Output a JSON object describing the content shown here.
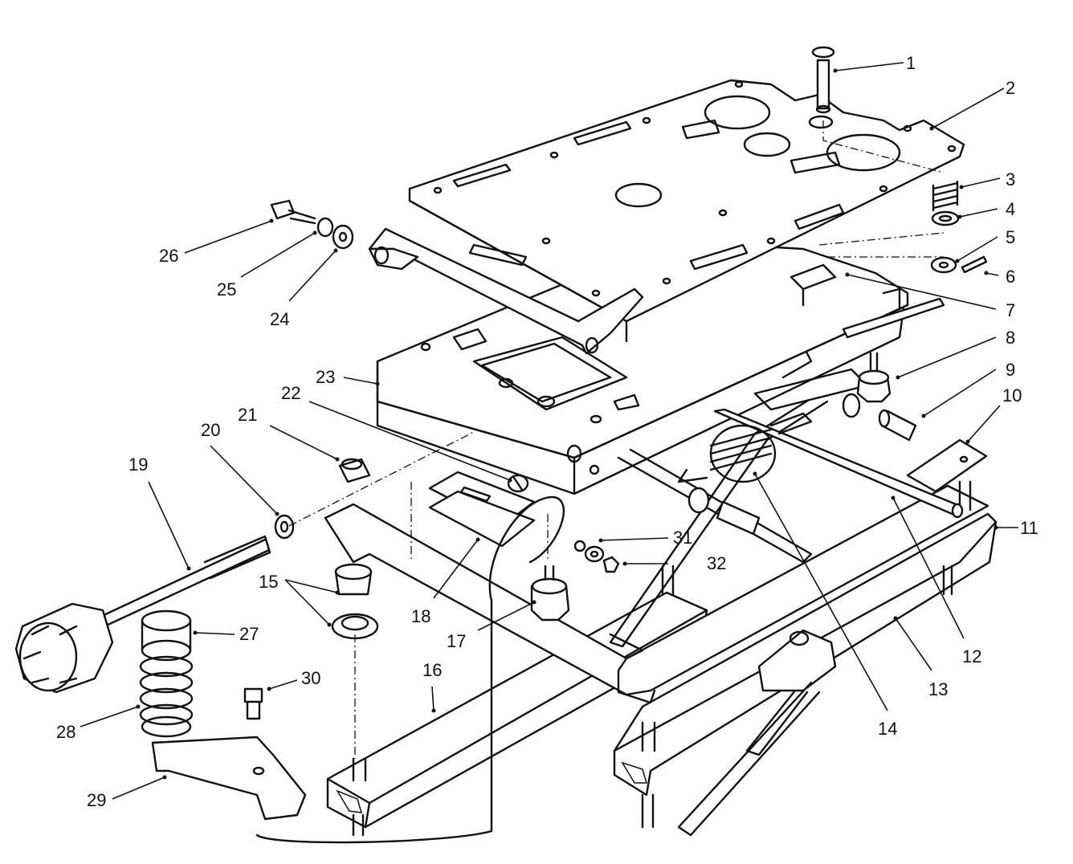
{
  "callouts": {
    "c1": "1",
    "c2": "2",
    "c3": "3",
    "c4": "4",
    "c5": "5",
    "c6": "6",
    "c7": "7",
    "c8": "8",
    "c9": "9",
    "c10": "10",
    "c11": "11",
    "c12": "12",
    "c13": "13",
    "c14": "14",
    "c15": "15",
    "c16": "16",
    "c17": "17",
    "c18": "18",
    "c19": "19",
    "c20": "20",
    "c21": "21",
    "c22": "22",
    "c23": "23",
    "c24": "24",
    "c25": "25",
    "c26": "26",
    "c27": "27",
    "c28": "28",
    "c29": "29",
    "c30": "30",
    "c31": "31",
    "c32": "32"
  },
  "colors": {
    "ink": "#111111",
    "paper": "#ffffff"
  }
}
